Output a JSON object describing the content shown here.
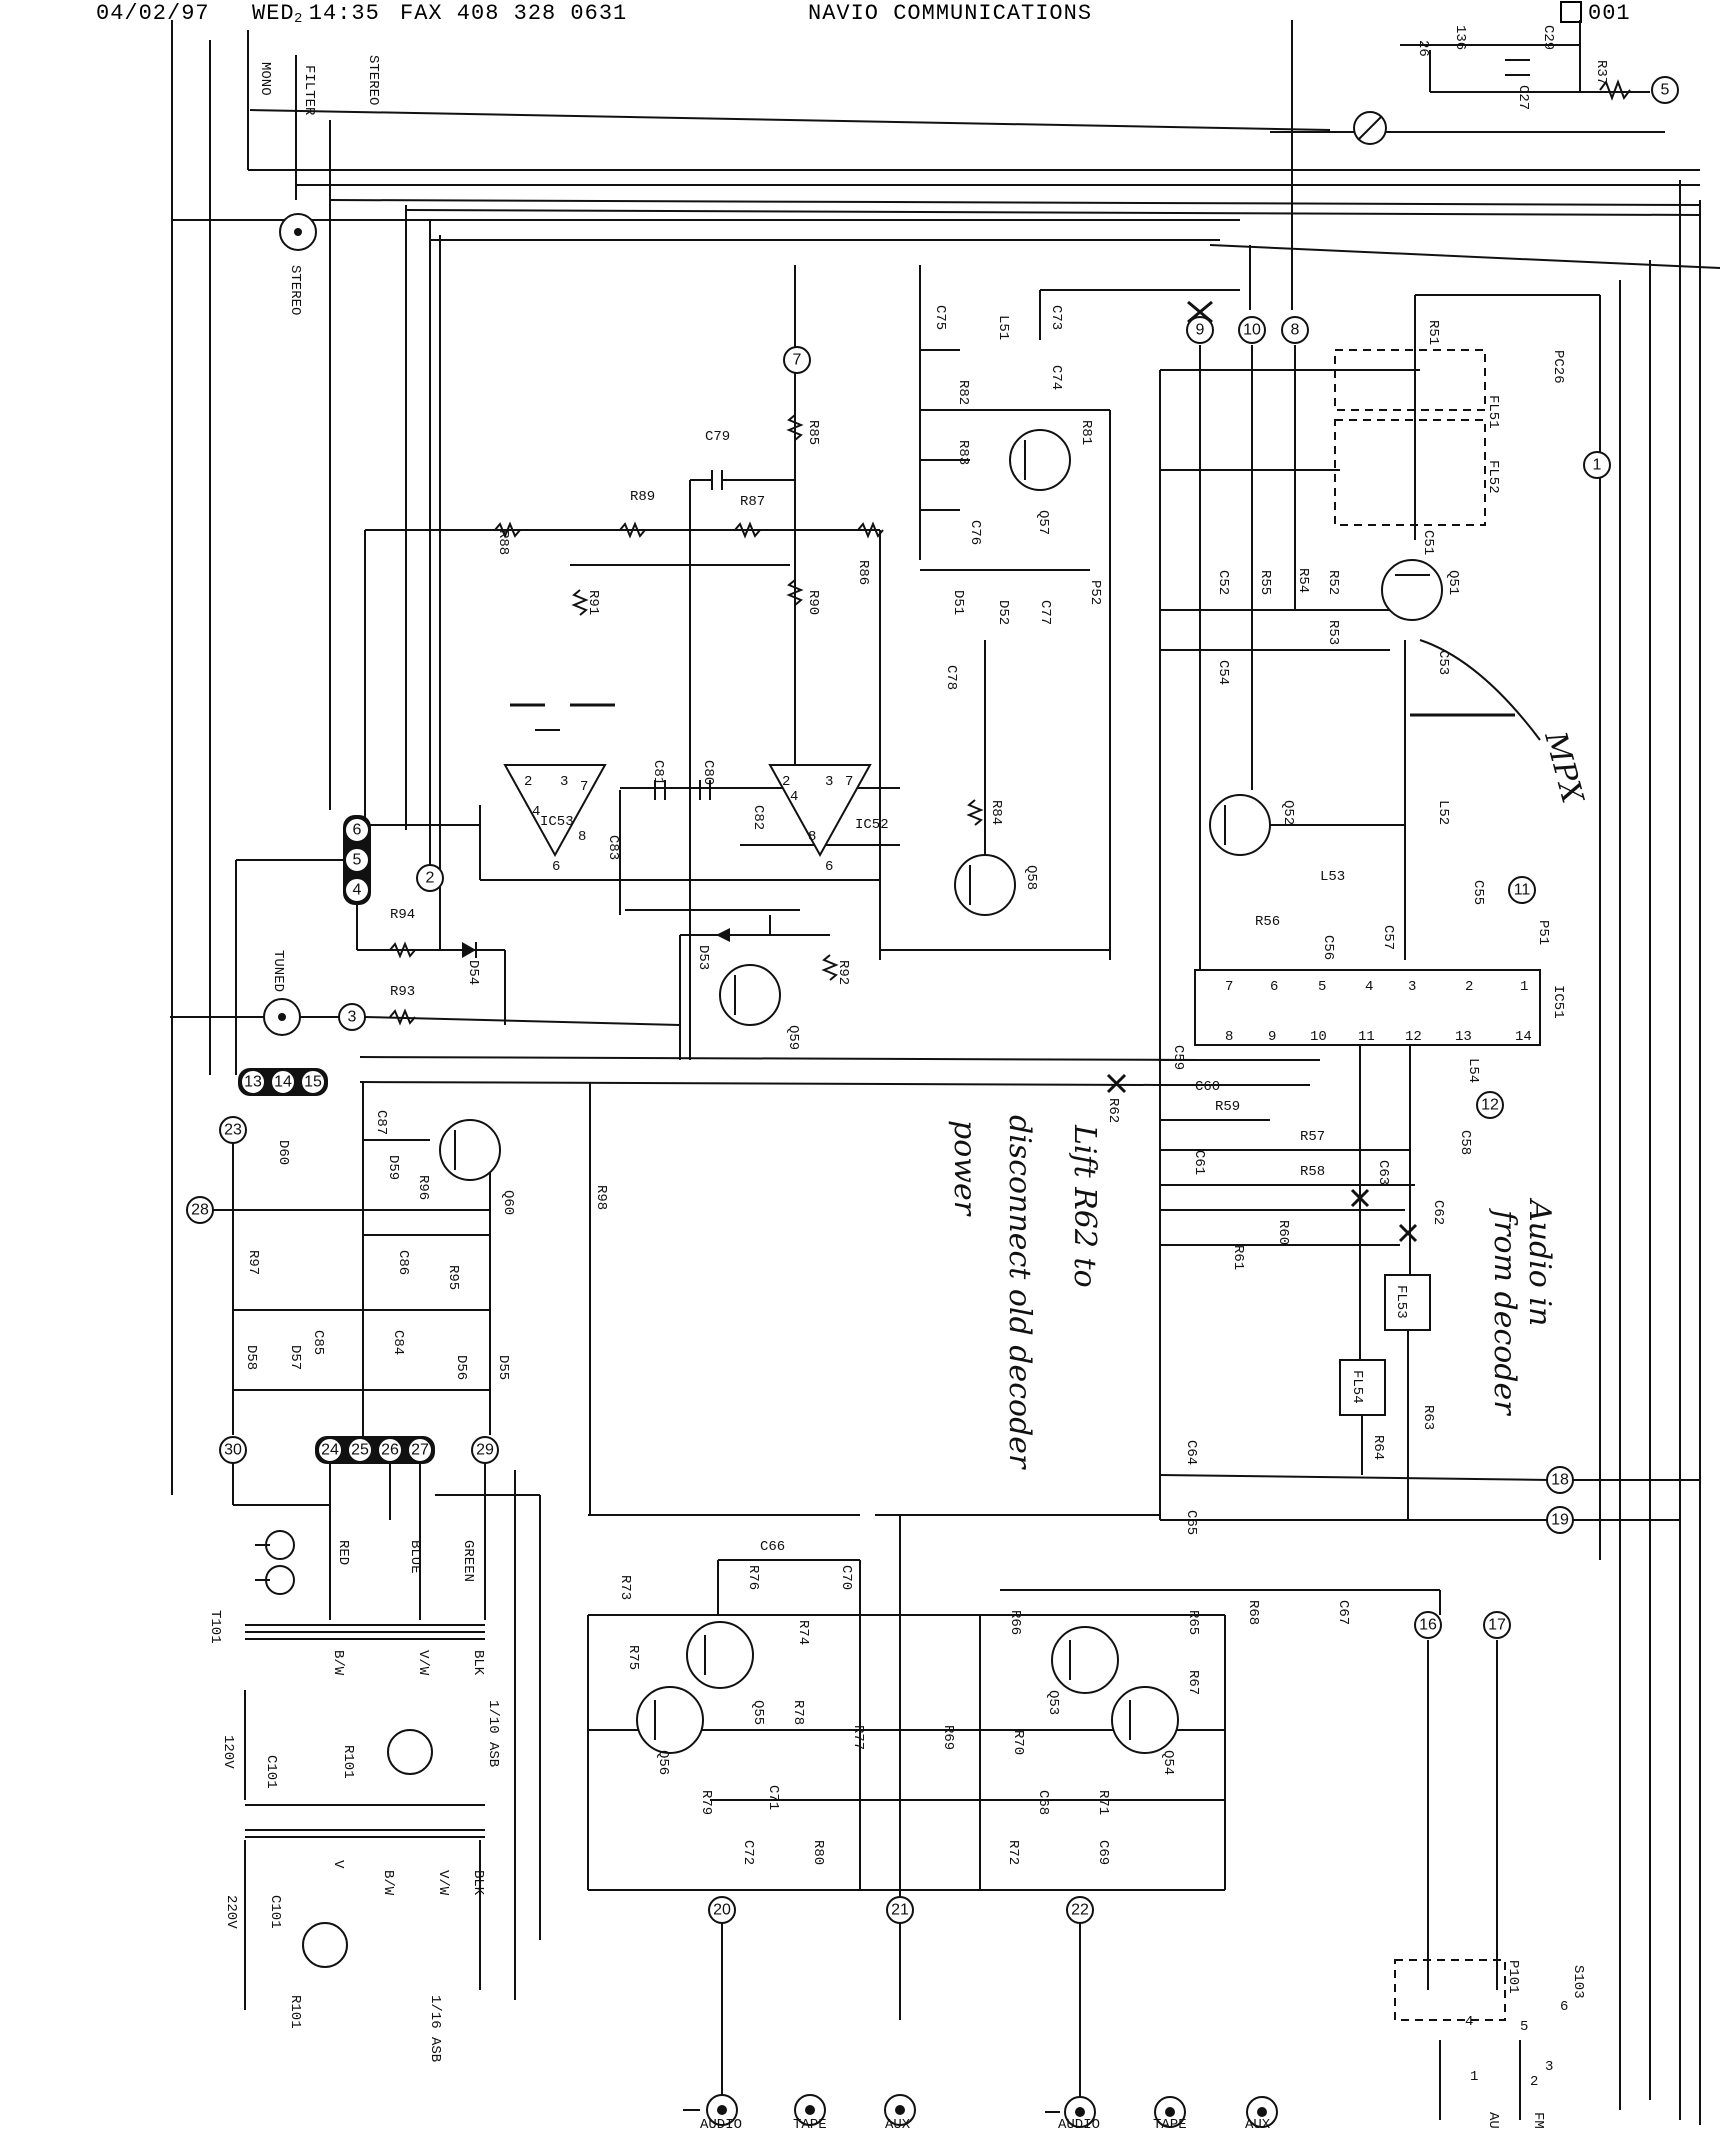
{
  "header": {
    "date": "04/02/97",
    "day_time": "WED 14:35",
    "fax": "FAX 408 328 0631",
    "company": "NAVIO COMMUNICATIONS",
    "page": "001"
  },
  "board_label": "PC26",
  "switch_labels": {
    "mono": "MONO",
    "filter": "FILTER",
    "stereo": "STEREO"
  },
  "indicators": {
    "stereo_lamp": "STEREO",
    "tuned_lamp": "TUNED"
  },
  "handwritten": {
    "mpx": "MPX",
    "note_lift": "Lift R62 to",
    "note_disconnect": "disconnect old decoder",
    "note_power": "power",
    "note_audio": "Audio in",
    "note_from": "from decoder"
  },
  "transformer": {
    "name": "T101",
    "wires": [
      "RED",
      "BLUE",
      "GREEN",
      "B/W",
      "V/W",
      "BLK",
      "V"
    ],
    "fuse": "1/10 ASB",
    "fuse_220": "1/16 ASB",
    "volt_120": "120V",
    "volt_220": "220V"
  },
  "jacks": [
    "AUDIO",
    "TAPE",
    "AUX",
    "AUDIO",
    "TAPE",
    "AUX"
  ],
  "switches": [
    "P101",
    "S103"
  ],
  "switch_pins": [
    "4",
    "5",
    "6",
    "1",
    "2",
    "3"
  ],
  "bottom_labels": [
    "AU",
    "FM"
  ],
  "terminals": [
    "1",
    "2",
    "3",
    "4",
    "5",
    "6",
    "7",
    "8",
    "9",
    "10",
    "11",
    "12",
    "13",
    "14",
    "15",
    "16",
    "17",
    "18",
    "19",
    "20",
    "21",
    "22",
    "23",
    "24",
    "25",
    "26",
    "27",
    "28",
    "29",
    "30"
  ],
  "ics": [
    {
      "name": "IC51",
      "pins": [
        "1",
        "2",
        "3",
        "4",
        "5",
        "6",
        "7",
        "8",
        "9",
        "10",
        "11",
        "12",
        "13",
        "14"
      ]
    },
    {
      "name": "IC52",
      "pins": [
        "2",
        "3",
        "4",
        "6",
        "7",
        "8"
      ]
    },
    {
      "name": "IC53",
      "pins": [
        "2",
        "3",
        "4",
        "6",
        "7",
        "8"
      ]
    }
  ],
  "transistors": [
    "Q51",
    "Q52",
    "Q53",
    "Q54",
    "Q55",
    "Q56",
    "Q57",
    "Q58",
    "Q59",
    "Q60"
  ],
  "resistors": [
    "R51",
    "R52",
    "R53",
    "R54",
    "R55",
    "R56",
    "R57",
    "R58",
    "R59",
    "R60",
    "R61",
    "R62",
    "R63",
    "R64",
    "R65",
    "R66",
    "R67",
    "R68",
    "R69",
    "R70",
    "R71",
    "R72",
    "R73",
    "R74",
    "R75",
    "R76",
    "R77",
    "R78",
    "R79",
    "R80",
    "R81",
    "R82",
    "R83",
    "R84",
    "R85",
    "R86",
    "R87",
    "R88",
    "R89",
    "R90",
    "R91",
    "R92",
    "R93",
    "R94",
    "R95",
    "R96",
    "R97",
    "R98",
    "R37",
    "R101"
  ],
  "capacitors": [
    "C51",
    "C52",
    "C53",
    "C54",
    "C55",
    "C56",
    "C57",
    "C58",
    "C59",
    "C60",
    "C61",
    "C62",
    "C63",
    "C64",
    "C65",
    "C66",
    "C67",
    "C68",
    "C69",
    "C70",
    "C71",
    "C72",
    "C73",
    "C74",
    "C75",
    "C76",
    "C77",
    "C78",
    "C79",
    "C80",
    "C81",
    "C82",
    "C83",
    "C84",
    "C85",
    "C86",
    "C87",
    "C27",
    "C29",
    "C101"
  ],
  "diodes": [
    "D51",
    "D52",
    "D53",
    "D54",
    "D55",
    "D56",
    "D57",
    "D58",
    "D59",
    "D60"
  ],
  "coils": [
    "L51",
    "L52",
    "L53",
    "L54"
  ],
  "filters": [
    "FL51",
    "FL52",
    "FL53",
    "FL54"
  ],
  "pots": [
    "P51",
    "P52"
  ],
  "misc_top": [
    "26",
    "136",
    "C29",
    "C27",
    "R37"
  ]
}
